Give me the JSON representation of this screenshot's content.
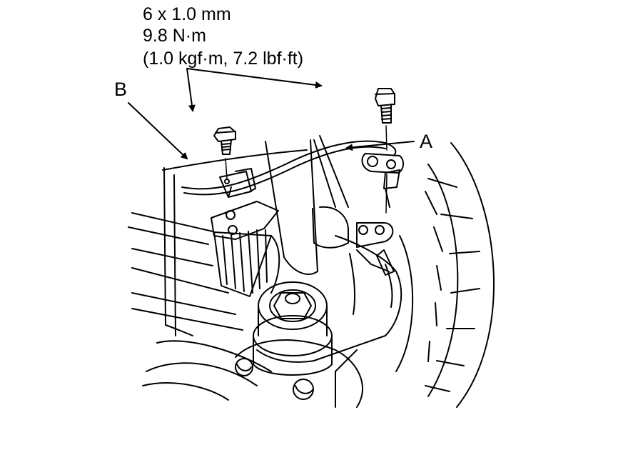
{
  "spec": {
    "bolt_size": "6 x 1.0 mm",
    "torque_nm": "9.8 N·m",
    "torque_alt": "(1.0 kgf·m, 7.2 lbf·ft)"
  },
  "callouts": {
    "a": "A",
    "b": "B"
  },
  "colors": {
    "line": "#000000",
    "background": "#ffffff"
  }
}
